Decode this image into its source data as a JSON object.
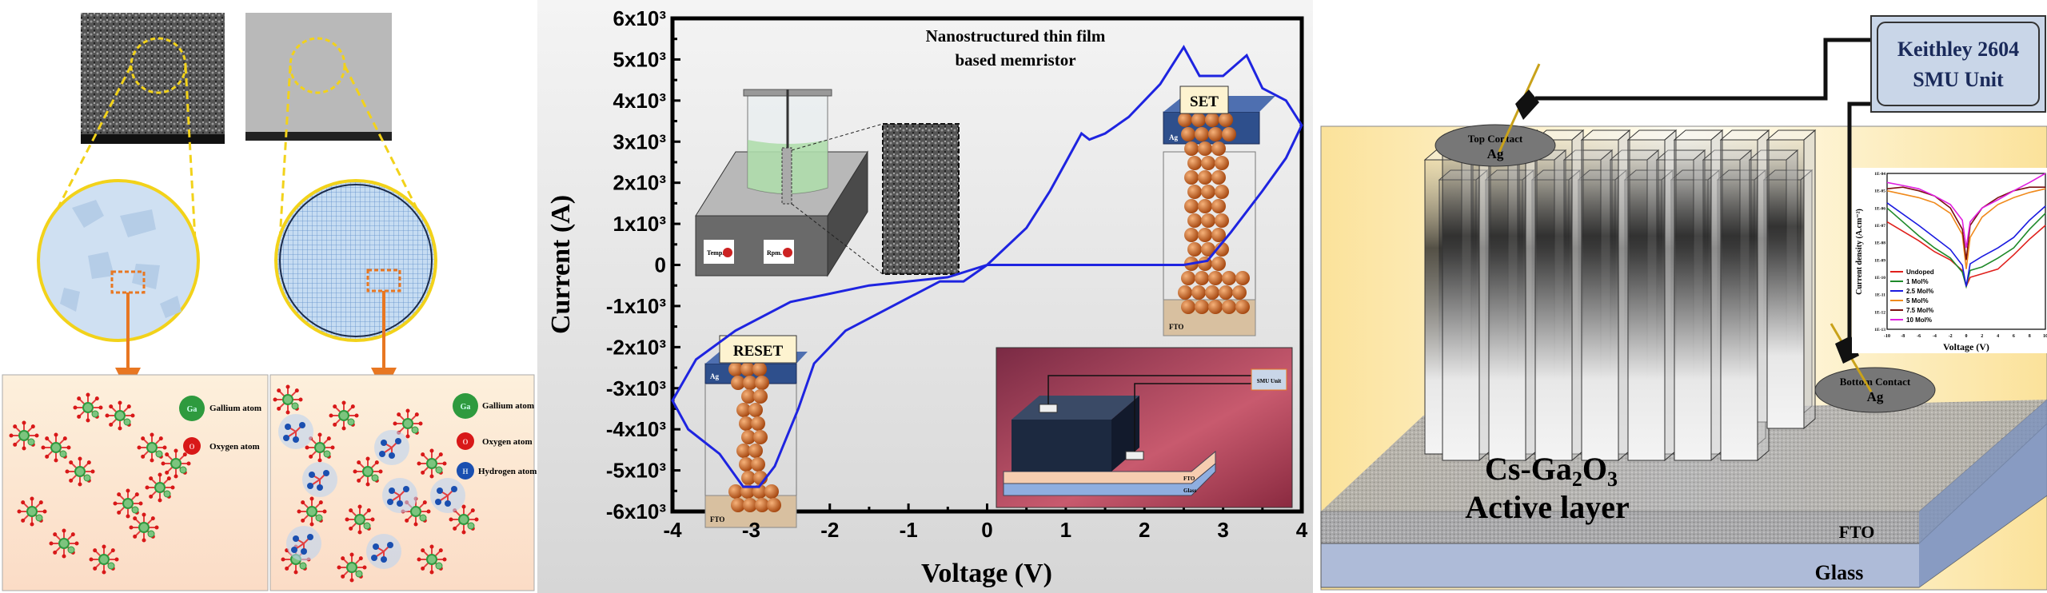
{
  "left_panel": {
    "legend_a": {
      "gallium_symbol": "Ga",
      "gallium_label": "Gallium atom",
      "oxygen_symbol": "O",
      "oxygen_label": "Oxygen atom"
    },
    "legend_b": {
      "gallium_symbol": "Ga",
      "gallium_label": "Gallium atom",
      "oxygen_symbol": "O",
      "oxygen_label": "Oxygen atom",
      "hydrogen_symbol": "H",
      "hydrogen_label": "Hydrogen atom"
    },
    "colors": {
      "gallium": "#2e9a3e",
      "oxygen": "#d81818",
      "hydrogen": "#1a4fb0",
      "highlight": "#f2d21a",
      "arrow": "#e87722"
    }
  },
  "middle_panel": {
    "inset_title_line1": "Nanostructured thin film",
    "inset_title_line2": "based memristor",
    "set_label": "SET",
    "reset_label": "RESET",
    "ag_label": "Ag",
    "fto_label": "FTO",
    "glass_label": "Glass",
    "smu_label": "SMU Unit",
    "temp_label": "Temp.",
    "rpm_label": "Rpm."
  },
  "right_panel": {
    "smu_line1": "Keithley 2604",
    "smu_line2": "SMU Unit",
    "top_contact_line1": "Top Contact",
    "top_contact_line2": "Ag",
    "bottom_contact_line1": "Bottom Contact",
    "bottom_contact_line2": "Ag",
    "active_line1": "Cs-Ga",
    "active_sub1": "2",
    "active_mid": "O",
    "active_sub2": "3",
    "active_line2": "Active layer",
    "fto_label": "FTO",
    "glass_label": "Glass"
  },
  "chart_data": [
    {
      "type": "line",
      "xlabel": "Voltage (V)",
      "ylabel": "Current (A)",
      "xlim": [
        -4,
        4
      ],
      "ylim": [
        -6000,
        6000
      ],
      "x_ticks": [
        "-4",
        "-3",
        "-2",
        "-1",
        "0",
        "1",
        "2",
        "3",
        "4"
      ],
      "y_ticks": [
        "6x10³",
        "5x10³",
        "4x10³",
        "3x10³",
        "2x10³",
        "1x10³",
        "0",
        "-1x10³",
        "-2x10³",
        "-3x10³",
        "-4x10³",
        "-5x10³",
        "-6x10³"
      ],
      "grid": false,
      "color": "#1e24e0",
      "series": [
        {
          "points": [
            [
              0,
              0
            ],
            [
              0.5,
              900
            ],
            [
              0.8,
              1800
            ],
            [
              1.0,
              2500
            ],
            [
              1.2,
              3200
            ],
            [
              1.3,
              3050
            ],
            [
              1.5,
              3200
            ],
            [
              1.8,
              3600
            ],
            [
              2.2,
              4400
            ],
            [
              2.5,
              5300
            ],
            [
              2.7,
              4600
            ],
            [
              3.0,
              4600
            ],
            [
              3.3,
              5100
            ],
            [
              3.5,
              4300
            ],
            [
              3.8,
              4000
            ],
            [
              4.0,
              3400
            ],
            [
              3.8,
              2600
            ],
            [
              3.5,
              1800
            ],
            [
              3.1,
              800
            ],
            [
              2.8,
              100
            ],
            [
              2.5,
              0
            ],
            [
              1.5,
              0
            ],
            [
              0.5,
              0
            ],
            [
              0,
              0
            ],
            [
              -0.5,
              -300
            ],
            [
              -1.5,
              -500
            ],
            [
              -2.5,
              -900
            ],
            [
              -3.2,
              -1600
            ],
            [
              -3.7,
              -2300
            ],
            [
              -4.0,
              -3300
            ],
            [
              -3.8,
              -4000
            ],
            [
              -3.4,
              -4600
            ],
            [
              -3.1,
              -5400
            ],
            [
              -2.9,
              -5400
            ],
            [
              -2.7,
              -4900
            ],
            [
              -2.4,
              -3500
            ],
            [
              -2.2,
              -2400
            ],
            [
              -1.8,
              -1600
            ],
            [
              -1.4,
              -1200
            ],
            [
              -1.0,
              -800
            ],
            [
              -0.6,
              -400
            ],
            [
              -0.3,
              -400
            ],
            [
              0,
              0
            ]
          ]
        }
      ]
    },
    {
      "type": "line",
      "xlabel": "Voltage (V)",
      "ylabel": "Current density (A.cm⁻²)",
      "xlim": [
        -10,
        10
      ],
      "ylim": [
        1e-13,
        0.0001
      ],
      "yscale": "log",
      "x_ticks": [
        "-10",
        "-8",
        "-6",
        "-4",
        "-2",
        "0",
        "2",
        "4",
        "6",
        "8",
        "10"
      ],
      "y_ticks": [
        "1E-04",
        "1E-05",
        "1E-06",
        "1E-07",
        "1E-08",
        "1E-09",
        "1E-10",
        "1E-11",
        "1E-12",
        "1E-13"
      ],
      "legend": "bottom-left",
      "series": [
        {
          "name": "Undoped",
          "color": "#e0201c",
          "x": [
            -10,
            -6,
            -4,
            -2,
            -0.5,
            0,
            0.5,
            2,
            4,
            6,
            8,
            10
          ],
          "y": [
            1.6e-07,
            1.3e-08,
            3e-09,
            1e-09,
            2.5e-10,
            3e-11,
            1e-10,
            1.6e-10,
            3e-10,
            2e-09,
            1.6e-08,
            1e-07
          ]
        },
        {
          "name": "1 Mol%",
          "color": "#1f8a2a",
          "x": [
            -10,
            -6,
            -4,
            -2,
            -0.5,
            0,
            0.5,
            2,
            4,
            6,
            8,
            10
          ],
          "y": [
            1e-06,
            2.5e-08,
            5e-09,
            1.3e-09,
            2e-10,
            3e-11,
            2.5e-10,
            4e-10,
            1.3e-09,
            5e-09,
            6e-08,
            5e-07
          ]
        },
        {
          "name": "2.5 Mol%",
          "color": "#1a1ae0",
          "x": [
            -10,
            -6,
            -4,
            -2,
            -0.5,
            0,
            0.5,
            2,
            4,
            6,
            8,
            10
          ],
          "y": [
            2e-06,
            1e-07,
            2e-08,
            4e-09,
            5e-10,
            3e-11,
            6e-10,
            1.6e-09,
            5e-09,
            2e-08,
            2e-07,
            1.3e-06
          ]
        },
        {
          "name": "5 Mol%",
          "color": "#f08a1c",
          "x": [
            -10,
            -6,
            -4,
            -2,
            -0.5,
            0,
            0.5,
            2,
            4,
            6,
            8,
            10
          ],
          "y": [
            1e-05,
            4e-06,
            2e-06,
            5e-07,
            3e-08,
            3e-10,
            2e-08,
            3e-07,
            1.6e-06,
            4e-06,
            8e-06,
            1.3e-05
          ]
        },
        {
          "name": "7.5 Mol%",
          "color": "#7a1010",
          "x": [
            -10,
            -8,
            -6,
            -4,
            -2,
            -0.5,
            0,
            0.5,
            2,
            4,
            6,
            8,
            10
          ],
          "y": [
            1.3e-05,
            1.6e-05,
            1e-05,
            5e-06,
            1e-06,
            6e-08,
            1e-09,
            1e-07,
            1e-06,
            4e-06,
            1e-05,
            1.6e-05,
            1.6e-05
          ]
        },
        {
          "name": "10 Mol%",
          "color": "#e020e0",
          "x": [
            -10,
            -8,
            -6,
            -4,
            -2,
            -0.5,
            0,
            0.5,
            2,
            4,
            6,
            8,
            10
          ],
          "y": [
            3e-05,
            2e-05,
            1.3e-05,
            5e-06,
            1.6e-06,
            2e-07,
            5e-09,
            1.6e-07,
            1e-06,
            3e-06,
            1e-05,
            3e-05,
            0.0001
          ]
        }
      ]
    }
  ]
}
